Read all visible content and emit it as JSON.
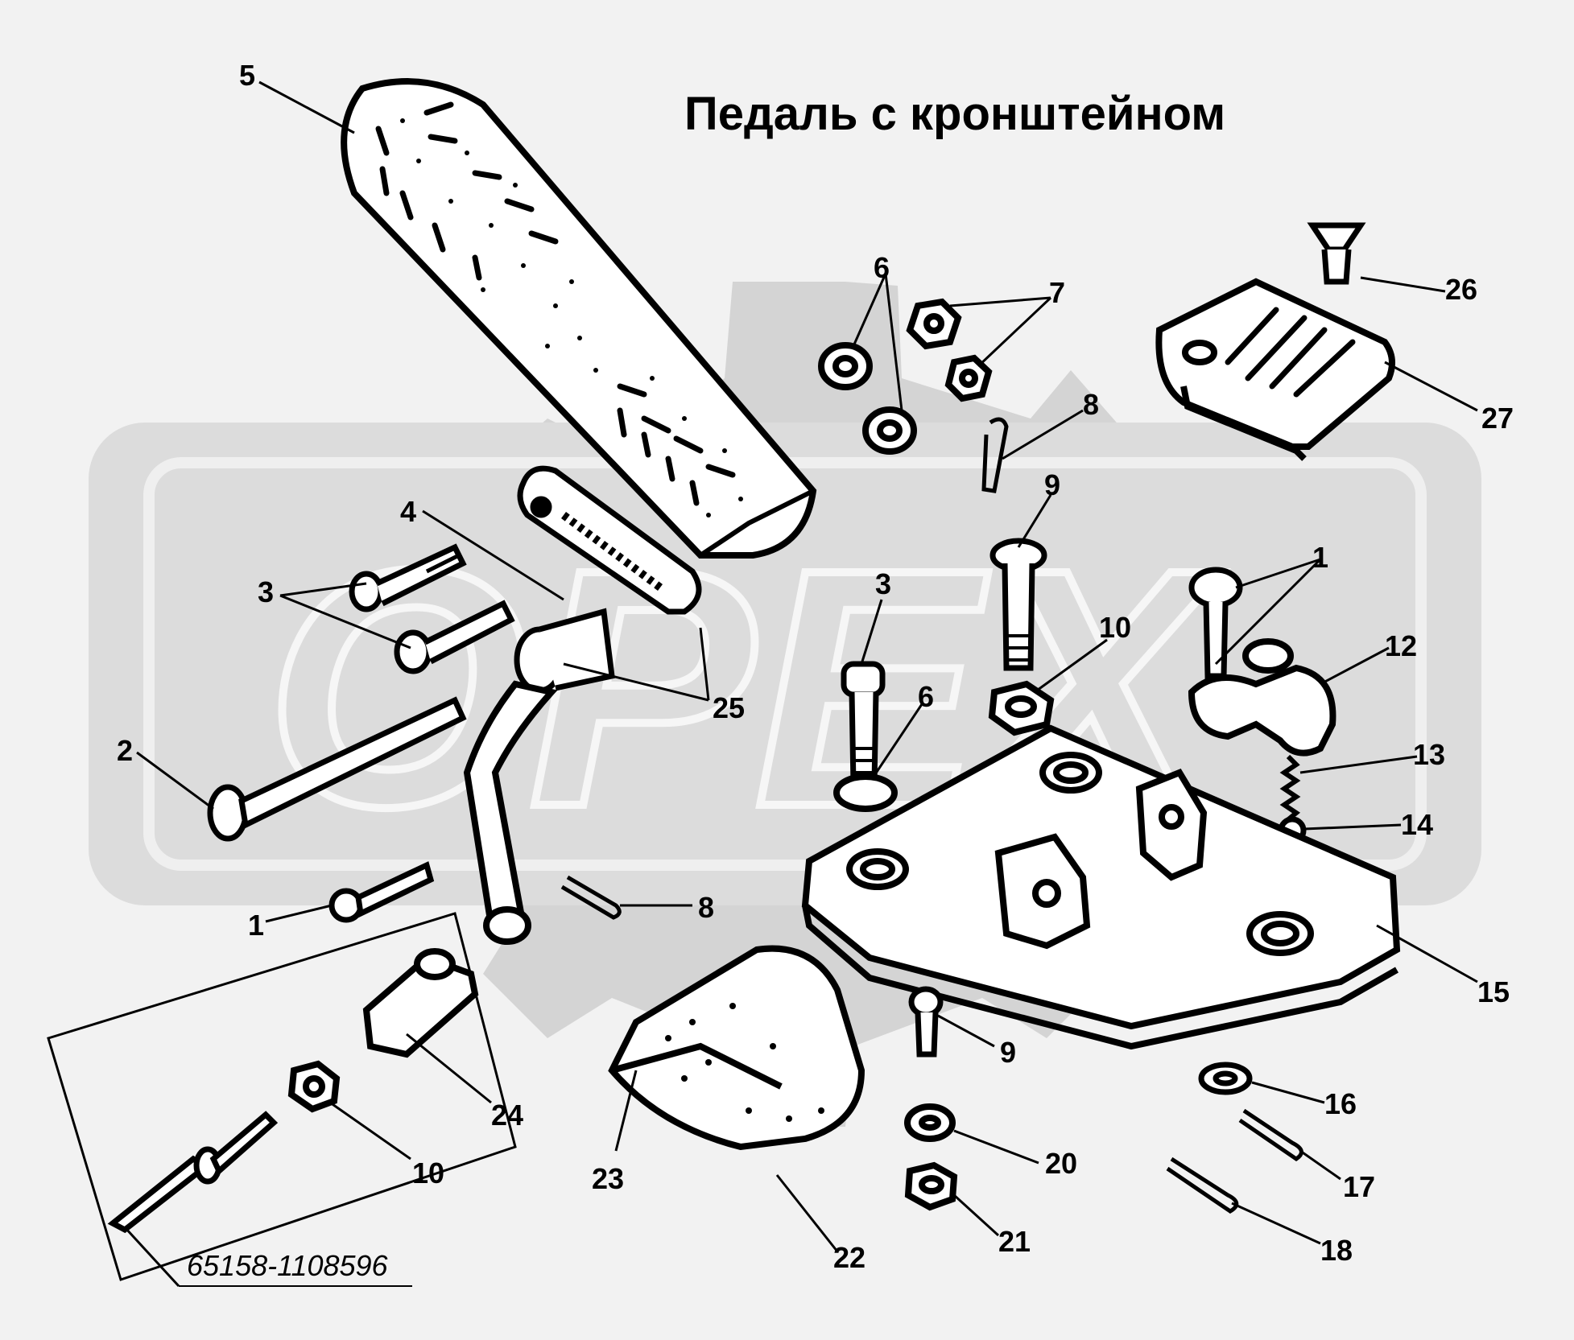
{
  "title": "Педаль с кронштейном",
  "watermark": "ОРЕХ",
  "part_number": "65158-1108596",
  "callouts": [
    "1",
    "2",
    "3",
    "4",
    "5",
    "6",
    "7",
    "8",
    "9",
    "10",
    "12",
    "13",
    "14",
    "15",
    "16",
    "17",
    "18",
    "20",
    "21",
    "22",
    "23",
    "24",
    "25",
    "26",
    "27"
  ],
  "colors": {
    "background": "#f2f2f2",
    "watermark": "#d4d4d4",
    "ink": "#000000"
  }
}
